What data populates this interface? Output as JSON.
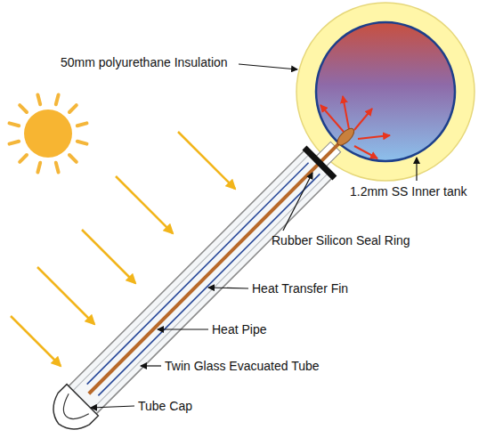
{
  "diagram": {
    "labels": [
      "50mm polyurethane Insulation",
      "1.2mm SS Inner tank",
      "Rubber Silicon Seal Ring",
      "Heat Transfer Fin",
      "Heat Pipe",
      "Twin Glass Evacuated Tube",
      "Tube Cap"
    ]
  }
}
